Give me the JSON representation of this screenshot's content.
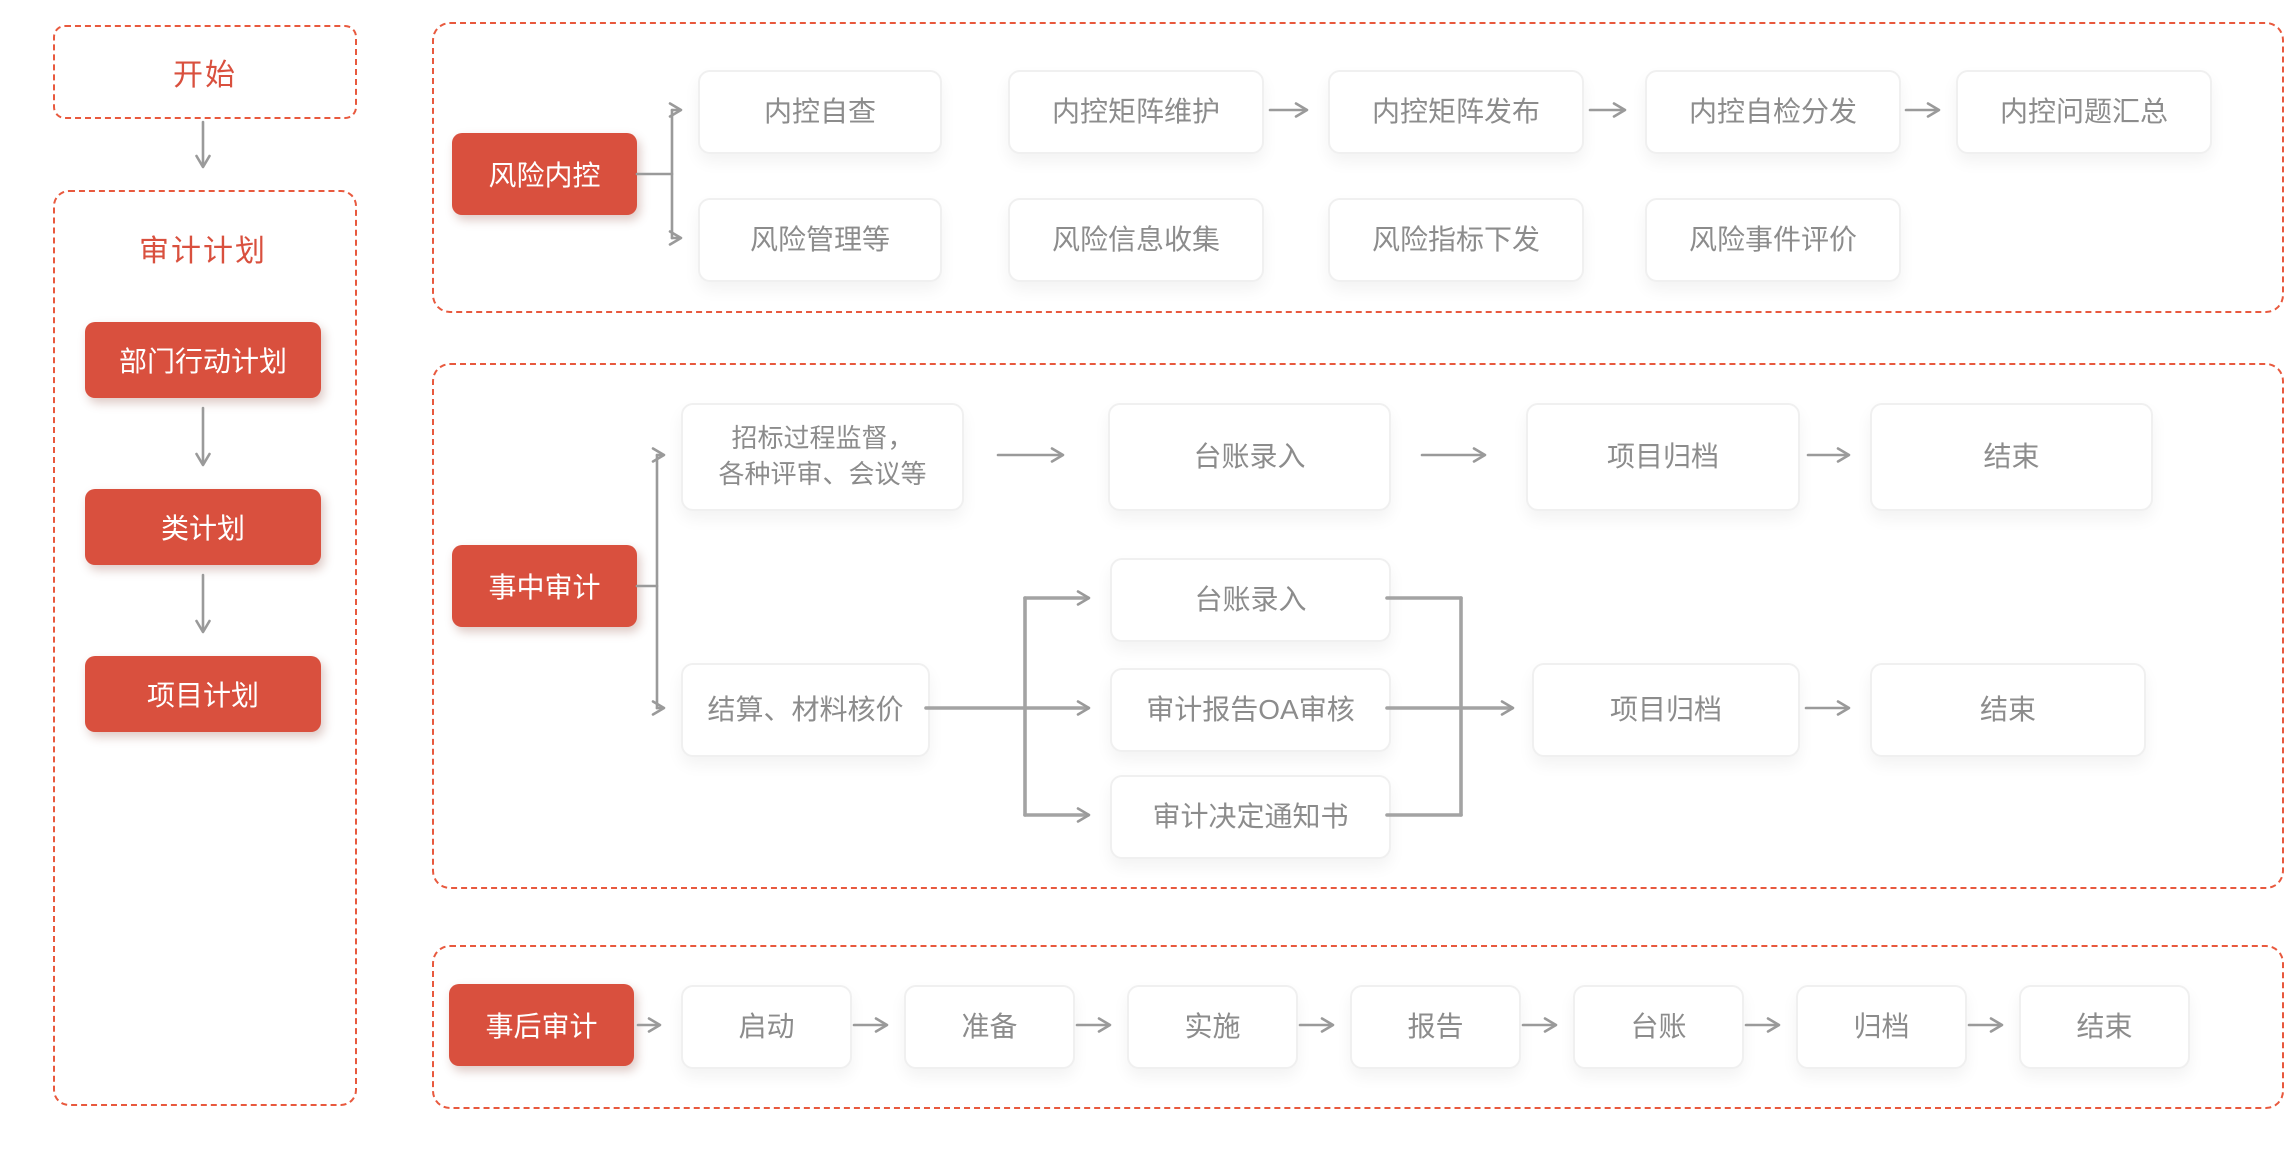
{
  "colors": {
    "red": "#D9503E",
    "dash_border": "#E8593E",
    "gray_text": "#8C8C8C",
    "line": "#9A9A9A"
  },
  "left": {
    "start": "开始",
    "plan": {
      "title": "审计计划",
      "dept": "部门行动计划",
      "category": "类计划",
      "project": "项目计划"
    }
  },
  "risk": {
    "lead": "风险内控",
    "row1": {
      "b1": "内控自查",
      "b2": "内控矩阵维护",
      "b3": "内控矩阵发布",
      "b4": "内控自检分发",
      "b5": "内控问题汇总"
    },
    "row2": {
      "b1": "风险管理等",
      "b2": "风险信息收集",
      "b3": "风险指标下发",
      "b4": "风险事件评价"
    }
  },
  "during": {
    "lead": "事中审计",
    "bid_line1": "招标过程监督，",
    "bid_line2": "各种评审、会议等",
    "ledger_a": "台账录入",
    "archive_a": "项目归档",
    "end_a": "结束",
    "settle": "结算、材料核价",
    "ledger_b": "台账录入",
    "oa": "审计报告OA审核",
    "notice": "审计决定通知书",
    "archive_b": "项目归档",
    "end_b": "结束"
  },
  "after": {
    "lead": "事后审计",
    "s1": "启动",
    "s2": "准备",
    "s3": "实施",
    "s4": "报告",
    "s5": "台账",
    "s6": "归档",
    "s7": "结束"
  }
}
